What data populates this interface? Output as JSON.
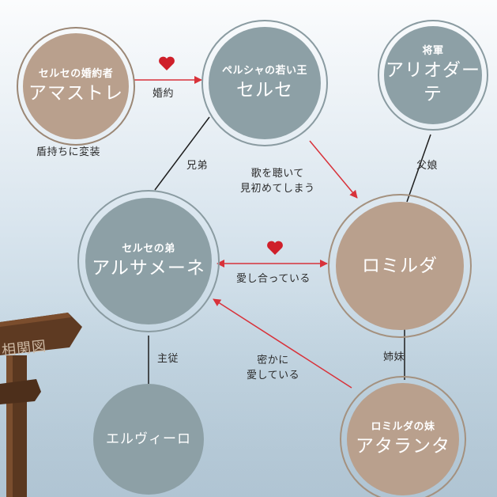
{
  "nodes": {
    "amastre": {
      "sub": "セルセの婚約者",
      "main": "アマストレ"
    },
    "serse": {
      "sub": "ペルシャの若い王",
      "main": "セルセ"
    },
    "ariodate": {
      "sub": "将軍",
      "main": "アリオダーテ"
    },
    "arsamene": {
      "sub": "セルセの弟",
      "main": "アルサメーネ"
    },
    "romilda": {
      "main": "ロミルダ"
    },
    "elviro": {
      "main": "エルヴィーロ"
    },
    "atalanta": {
      "sub": "ロミルダの妹",
      "main": "アタランタ"
    }
  },
  "labels": {
    "engagement": "婚約",
    "disguise": "盾持ちに変装",
    "brothers": "兄弟",
    "love_at_first_line1": "歌を聴いて",
    "love_at_first_line2": "見初めてしまう",
    "father_daughter": "父娘",
    "mutual_love": "愛し合っている",
    "master_servant": "主従",
    "secret_love_line1": "密かに",
    "secret_love_line2": "愛している",
    "sisters": "姉妹"
  },
  "signpost": {
    "text": "相関図"
  },
  "colors": {
    "arrow": "#d8323a",
    "line": "#1e1e1e",
    "gray_node": "#8da0a6",
    "tan_node": "#b9a08d",
    "heart": "#cf1f2a"
  }
}
